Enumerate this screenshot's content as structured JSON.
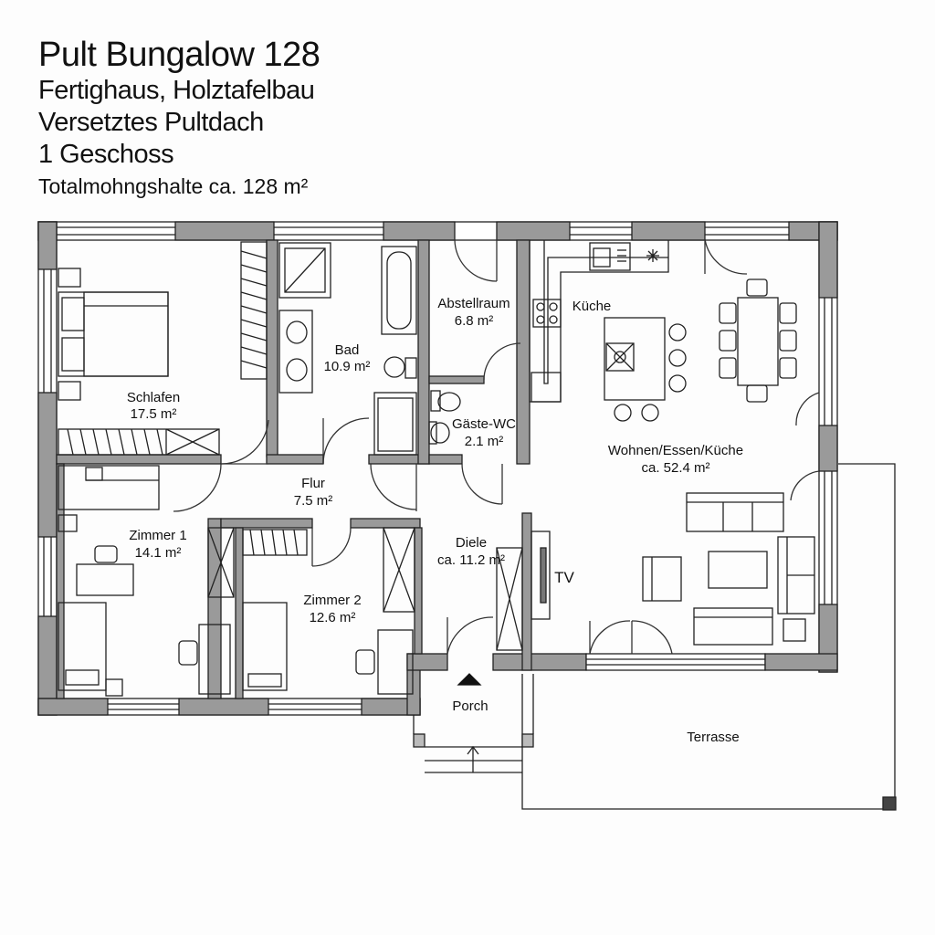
{
  "header": {
    "title": "Pult Bungalow 128",
    "line2": "Fertighaus, Holztafelbau",
    "line3": "Versetztes Pultdach",
    "line4": "1 Geschoss",
    "line5": "Totalmohngshalte ca. 128 m²"
  },
  "rooms": {
    "schlafen": {
      "name": "Schlafen",
      "area": "17.5 m²"
    },
    "bad": {
      "name": "Bad",
      "area": "10.9 m²"
    },
    "abstellraum": {
      "name": "Abstellraum",
      "area": "6.8 m²"
    },
    "kueche": {
      "name": "Küche"
    },
    "gaeste_wc": {
      "name": "Gäste-WC",
      "area": "2.1 m²"
    },
    "wohnen": {
      "name": "Wohnen/Essen/Küche",
      "area": "ca. 52.4 m²"
    },
    "flur": {
      "name": "Flur",
      "area": "7.5 m²"
    },
    "zimmer1": {
      "name": "Zimmer 1",
      "area": "14.1 m²"
    },
    "zimmer2": {
      "name": "Zimmer 2",
      "area": "12.6 m²"
    },
    "diele": {
      "name": "Diele",
      "area": "ca. 11.2 m²"
    },
    "tv": {
      "name": "TV"
    },
    "porch": {
      "name": "Porch"
    },
    "terrasse": {
      "name": "Terrasse"
    }
  }
}
